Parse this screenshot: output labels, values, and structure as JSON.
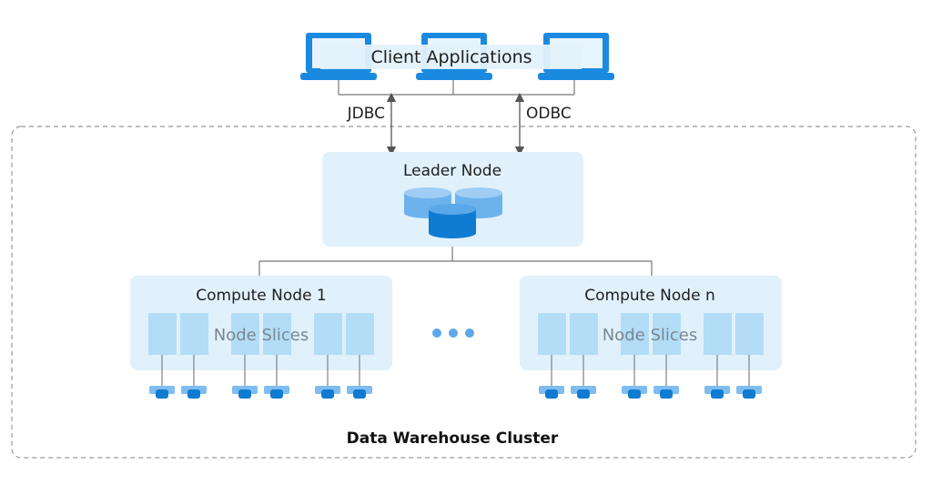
{
  "client": {
    "label": "Client Applications"
  },
  "connections": {
    "left": "JDBC",
    "right": "ODBC"
  },
  "leader": {
    "label": "Leader Node"
  },
  "compute_nodes": [
    {
      "label": "Compute Node 1",
      "slices_label": "Node Slices"
    },
    {
      "label": "Compute Node n",
      "slices_label": "Node Slices"
    }
  ],
  "cluster": {
    "label": "Data Warehouse Cluster"
  },
  "colors": {
    "laptop": "#1a8ae0",
    "laptop_screen": "#e8f4fd",
    "panel": "#e0f1fc",
    "slice": "#b3dcf7",
    "db_light": "#6cb3ee",
    "db_dark": "#0f7cd2",
    "dots": "#5fa8e8",
    "connector": "#666666",
    "cluster_border": "#999999"
  }
}
